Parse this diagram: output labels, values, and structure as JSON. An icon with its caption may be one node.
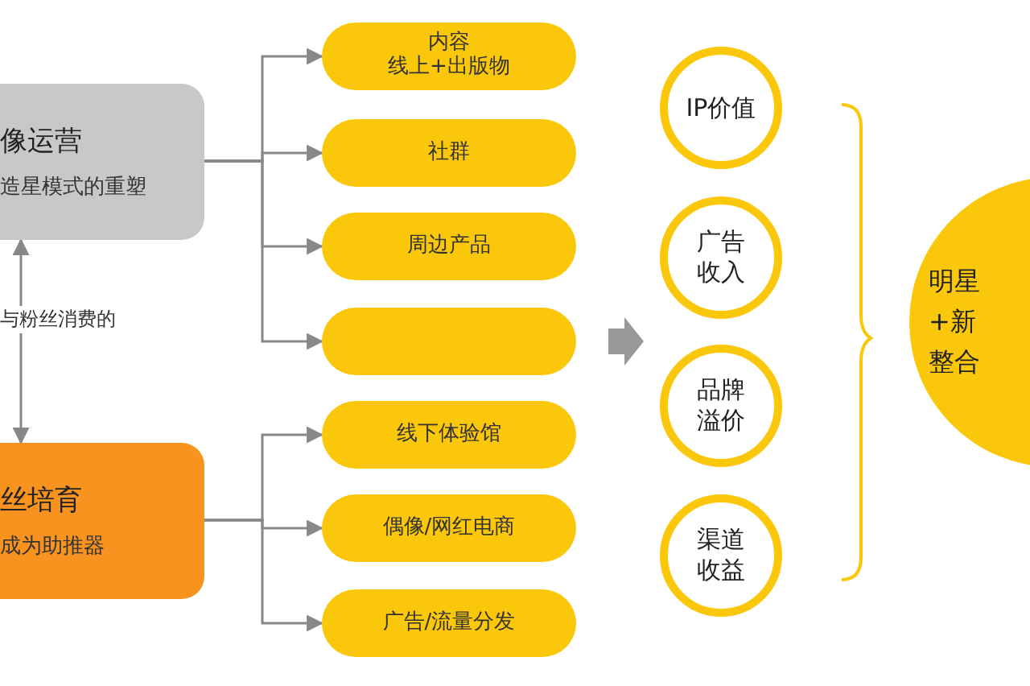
{
  "diagram": {
    "nodes": [
      {
        "text": [
          "像运营",
          "造星模式的重塑"
        ]
      },
      {
        "text": [
          "丝培育",
          "成为助推器"
        ]
      },
      {
        "text": [
          "内容",
          "线上+出版物"
        ]
      },
      {
        "text": [
          "社群"
        ]
      },
      {
        "text": [
          "周边产品"
        ]
      },
      {
        "text": [],
        "shape": "box"
      },
      {
        "text": [
          "线下体验馆"
        ]
      },
      {
        "text": [
          "偶像/网红电商"
        ]
      },
      {
        "text": [
          "广告/流量分发"
        ]
      },
      {
        "text": [
          "IP价值"
        ]
      },
      {
        "text": [
          "广告收入"
        ]
      },
      {
        "text": [
          "品牌溢价"
        ]
      },
      {
        "text": [
          "渠道收益"
        ]
      },
      {
        "text": [
          "明星",
          "+新",
          "整合"
        ]
      }
    ],
    "edges": [
      {
        "from": 1,
        "to": 0,
        "arrow": "both",
        "label": "与粉丝消费的"
      },
      {
        "from": 0,
        "to": 2,
        "arrow": "to"
      },
      {
        "from": 0,
        "to": 3,
        "arrow": "to"
      },
      {
        "from": 0,
        "to": 4,
        "arrow": "to"
      },
      {
        "from": 0,
        "to": 5,
        "arrow": "to"
      },
      {
        "from": 1,
        "to": 6,
        "arrow": "to"
      },
      {
        "from": 1,
        "to": 7,
        "arrow": "to"
      },
      {
        "from": 1,
        "to": 8,
        "arrow": "to"
      },
      {
        "from": 5,
        "to": null,
        "arrow": "to"
      }
    ]
  }
}
